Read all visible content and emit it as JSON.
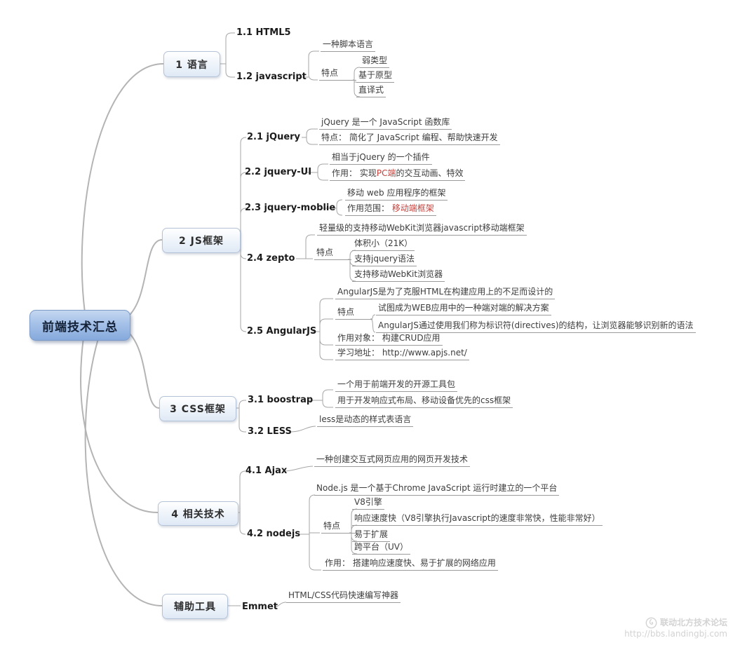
{
  "root": {
    "label": "前端技术汇总"
  },
  "b1": {
    "label": "1  语言",
    "html5": "1.1  HTML5",
    "js": {
      "label": "1.2 javascript",
      "desc": "一种脚本语言",
      "feat_label": "特点",
      "feats": [
        "弱类型",
        "基于原型",
        "直译式"
      ]
    }
  },
  "b2": {
    "label": "2  JS框架",
    "jquery": {
      "label": "2.1  jQuery",
      "desc": "jQuery 是一个 JavaScript 函数库",
      "feat": "特点： 简化了 JavaScript 编程、帮助快速开发"
    },
    "jqueryui": {
      "label": "2.2 jquery-UI",
      "desc": "相当于jQuery 的一个插件",
      "role_prefix": "作用： 实现",
      "role_highlight": "PC端",
      "role_suffix": "的交互动画、特效"
    },
    "jquerymobile": {
      "label": "2.3 jquery-moblie",
      "desc": "移动 web 应用程序的框架",
      "scope_prefix": "作用范围： ",
      "scope_highlight": "移动端框架",
      "scope_suffix": ""
    },
    "zepto": {
      "label": "2.4  zepto",
      "desc": "轻量级的支持移动WebKit浏览器javascript移动端框架",
      "feat_label": "特点",
      "feats": [
        "体积小（21K）",
        "支持jquery语法",
        "支持移动WebKit浏览器"
      ]
    },
    "angular": {
      "label": "2.5  AngularJS",
      "desc": "AngularJS是为了克服HTML在构建应用上的不足而设计的",
      "feat_label": "特点",
      "feats": [
        "试图成为WEB应用中的一种端对端的解决方案",
        "AngularJS通过使用我们称为标识符(directives)的结构，让浏览器能够识别新的语法"
      ],
      "target": "作用对象： 构建CRUD应用",
      "learn": "学习地址： http://www.apjs.net/"
    }
  },
  "b3": {
    "label": "3  CSS框架",
    "bootstrap": {
      "label": "3.1 boostrap",
      "desc1": "一个用于前端开发的开源工具包",
      "desc2": "用于开发响应式布局、移动设备优先的css框架"
    },
    "less": {
      "label": "3.2 LESS",
      "desc": "less是动态的样式表语言"
    }
  },
  "b4": {
    "label": "4  相关技术",
    "ajax": {
      "label": "4.1 Ajax",
      "desc": "一种创建交互式网页应用的网页开发技术"
    },
    "nodejs": {
      "label": "4.2  nodejs",
      "desc": "Node.js 是一个基于Chrome JavaScript 运行时建立的一个平台",
      "feat_label": "特点",
      "feats": [
        "V8引擎",
        "响应速度快（V8引擎执行Javascript的速度非常快，性能非常好）",
        "易于扩展",
        "跨平台（UV）"
      ],
      "role": "作用： 搭建响应速度快、易于扩展的网络应用"
    }
  },
  "b5": {
    "label": "辅助工具",
    "emmet": {
      "label": "Emmet",
      "desc": "HTML/CSS代码快速编写神器"
    }
  },
  "watermark": {
    "site_name": "联动北方技术论坛",
    "site_url": "http://bbs.landingbj.com"
  },
  "colors": {
    "highlight_red": "#c4413c",
    "root_fill": "#9cbbe4",
    "line_gray": "#a6a6a6"
  }
}
